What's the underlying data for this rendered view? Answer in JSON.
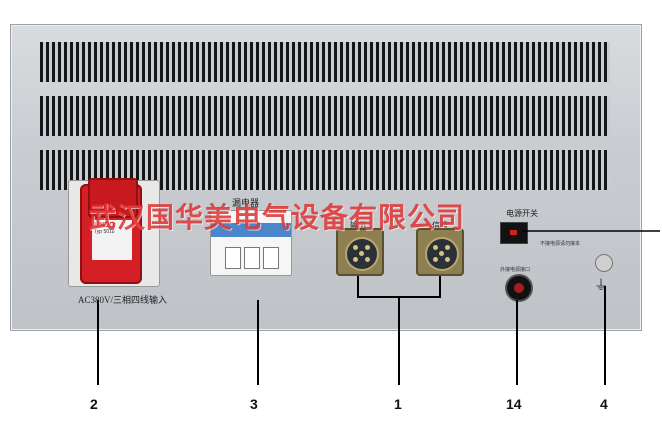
{
  "panel": {
    "socket_brand": "UNDO",
    "socket_rating": "Typ 5018",
    "socket_label": "AC380V/三相四线输入",
    "breaker_label": "漏电器",
    "connector_left_label": "输出",
    "connector_right_label": "信号",
    "switch_label": "电源开关",
    "switch_subtext": "不接电源请勿接本",
    "jack_label": "外接电源接口",
    "ground_symbol": "⏚"
  },
  "watermark": "武汉国华美电气设备有限公司",
  "callouts": [
    "2",
    "3",
    "1",
    "14",
    "4"
  ],
  "colors": {
    "socket_red": "#d41f24",
    "breaker_blue": "#4a86c9",
    "watermark_red": "#dc2828",
    "connector_brass": "#8e7f52"
  }
}
